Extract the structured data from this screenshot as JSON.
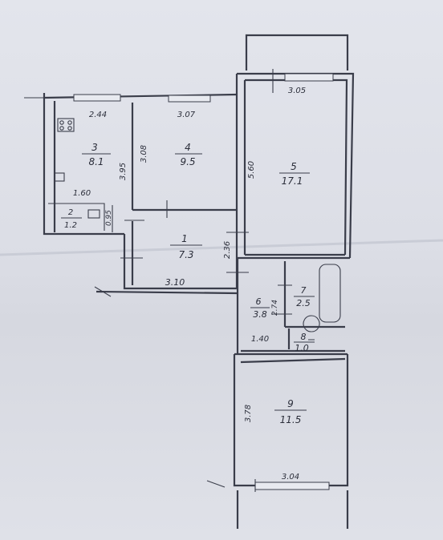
{
  "rooms": [
    {
      "id": "1",
      "area": "7.3"
    },
    {
      "id": "2",
      "area": "1.2"
    },
    {
      "id": "3",
      "area": "8.1"
    },
    {
      "id": "4",
      "area": "9.5"
    },
    {
      "id": "5",
      "area": "17.1"
    },
    {
      "id": "6",
      "area": "3.8"
    },
    {
      "id": "7",
      "area": "2.5"
    },
    {
      "id": "8",
      "area": "1.0"
    },
    {
      "id": "9",
      "area": "11.5"
    }
  ],
  "dimensions": {
    "room3_width": "2.44",
    "room3_height": "3.95",
    "room4_width": "3.07",
    "room4_height": "3.08",
    "room5_width": "3.05",
    "room5_height": "5.60",
    "room2_width": "1.60",
    "room2_height": "0.95",
    "hall_width": "3.10",
    "hall_height": "2.36",
    "room6_height": "2.74",
    "room8_width": "1.40",
    "room9_height": "3.78",
    "room9_width": "3.04"
  }
}
